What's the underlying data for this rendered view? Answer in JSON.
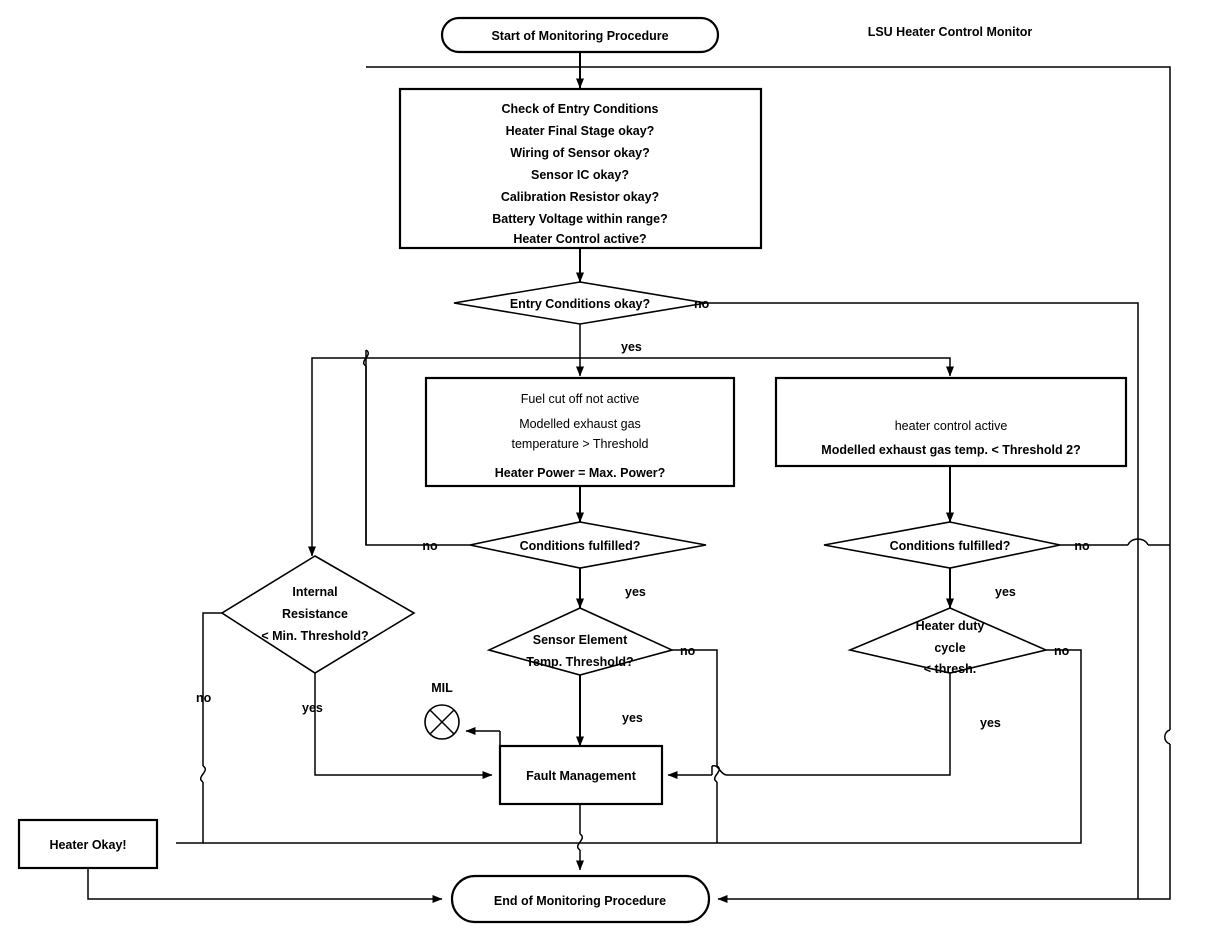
{
  "diagram": {
    "title": "LSU Heater Control Monitor",
    "nodes": {
      "start": {
        "label": "Start of Monitoring Procedure"
      },
      "entry_check": {
        "lines": [
          "Check of Entry Conditions",
          "Heater Final Stage okay?",
          "Wiring of Sensor okay?",
          "Sensor IC okay?",
          "Calibration Resistor okay?",
          "Battery Voltage within range?",
          "Heater Control active?"
        ]
      },
      "entry_decision": {
        "label": "Entry Conditions okay?"
      },
      "left_conditions": {
        "line1": "Fuel cut off not active",
        "line2": "Modelled exhaust gas",
        "line3": "temperature > Threshold",
        "line4": "Heater Power = Max. Power?"
      },
      "right_conditions": {
        "line1": "heater control active",
        "line2": "Modelled exhaust gas temp. < Threshold 2?"
      },
      "left_cond_decision": {
        "label": "Conditions fulfilled?"
      },
      "right_cond_decision": {
        "label": "Conditions fulfilled?"
      },
      "internal_resistance": {
        "line1": "Internal",
        "line2": "Resistance",
        "line3": "< Min. Threshold?"
      },
      "sensor_element": {
        "line1": "Sensor Element",
        "line2": "Temp. Threshold?"
      },
      "heater_duty": {
        "line1": "Heater duty",
        "line2": "cycle",
        "line3": "< thresh."
      },
      "mil": {
        "label": "MIL"
      },
      "fault_management": {
        "label": "Fault Management"
      },
      "heater_okay": {
        "label": "Heater Okay!"
      },
      "end": {
        "label": "End of Monitoring Procedure"
      }
    },
    "edge_labels": {
      "entry_no": "no",
      "entry_yes": "yes",
      "left_cond_no": "no",
      "left_cond_yes": "yes",
      "right_cond_no": "no",
      "right_cond_yes": "yes",
      "ir_no": "no",
      "ir_yes": "yes",
      "sensor_no": "no",
      "sensor_yes": "yes",
      "duty_no": "no",
      "duty_yes": "yes"
    },
    "colors": {
      "stroke": "#000000",
      "fill": "#ffffff",
      "text": "#000000"
    }
  }
}
